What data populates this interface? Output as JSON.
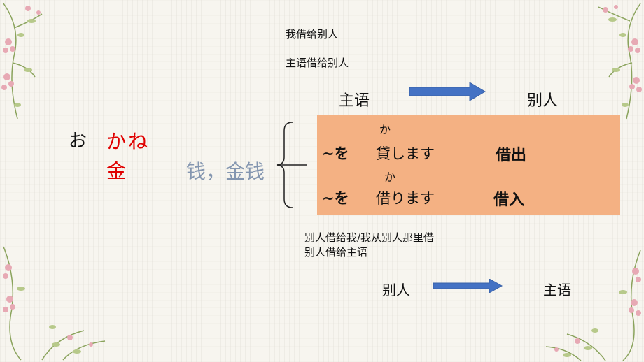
{
  "notes": {
    "line1": "我借给别人",
    "line2": "主语借给别人",
    "line3": "别人借给我/我从别人那里借",
    "line4": "别人借给主语"
  },
  "arrow_top": {
    "from": "主语",
    "to": "别人"
  },
  "arrow_bottom": {
    "from": "别人",
    "to": "主语"
  },
  "vocab": {
    "o": "お",
    "kana": "かね",
    "kanji": "金",
    "meaning": "钱，金钱"
  },
  "box": {
    "row1": {
      "furigana": "か",
      "prefix": "~を",
      "verb": "貸します",
      "translation": "借出"
    },
    "row2": {
      "furigana": "か",
      "prefix": "~を",
      "verb": "借ります",
      "translation": "借入"
    }
  },
  "colors": {
    "box": "#f4b183",
    "arrow": "#4472c4",
    "accent_red": "#e00000",
    "meaning_gray": "#8496b0"
  }
}
